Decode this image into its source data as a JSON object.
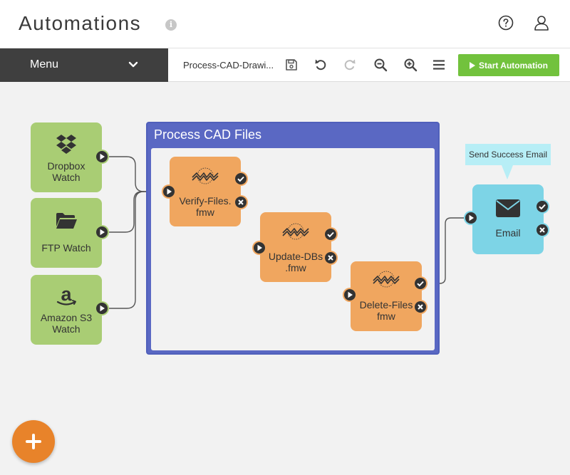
{
  "header": {
    "title": "Automations",
    "info_icon": "info-icon",
    "help_icon": "question-circle-icon",
    "user_icon": "user-icon"
  },
  "toolbar": {
    "menu_label": "Menu",
    "workspace_name": "Process-CAD-Drawi...",
    "start_label": "Start Automation",
    "icons": [
      "save-icon",
      "undo-icon",
      "redo-icon",
      "zoom-out-icon",
      "zoom-in-icon",
      "hamburger-icon"
    ]
  },
  "canvas": {
    "triggers": [
      {
        "label_line1": "Dropbox",
        "label_line2": "Watch",
        "icon": "dropbox-icon"
      },
      {
        "label_line1": "FTP Watch",
        "label_line2": "",
        "icon": "folder-icon"
      },
      {
        "label_line1": "Amazon S3",
        "label_line2": "Watch",
        "icon": "amazon-icon"
      }
    ],
    "group": {
      "title": "Process CAD Files"
    },
    "workspaces": [
      {
        "label_line1": "Verify-Files.",
        "label_line2": "fmw"
      },
      {
        "label_line1": "Update-DBs",
        "label_line2": ".fmw"
      },
      {
        "label_line1": "Delete-Files",
        "label_line2": "fmw"
      }
    ],
    "action": {
      "label": "Email",
      "icon": "envelope-icon"
    },
    "tooltip": "Send Success Email"
  },
  "fab": {
    "icon": "plus-icon"
  },
  "colors": {
    "trigger": "#a9cd74",
    "workspace": "#f0a65f",
    "action": "#7dd4e6",
    "group": "#5a68c3",
    "start_button": "#72c23d",
    "fab": "#e8832a"
  }
}
